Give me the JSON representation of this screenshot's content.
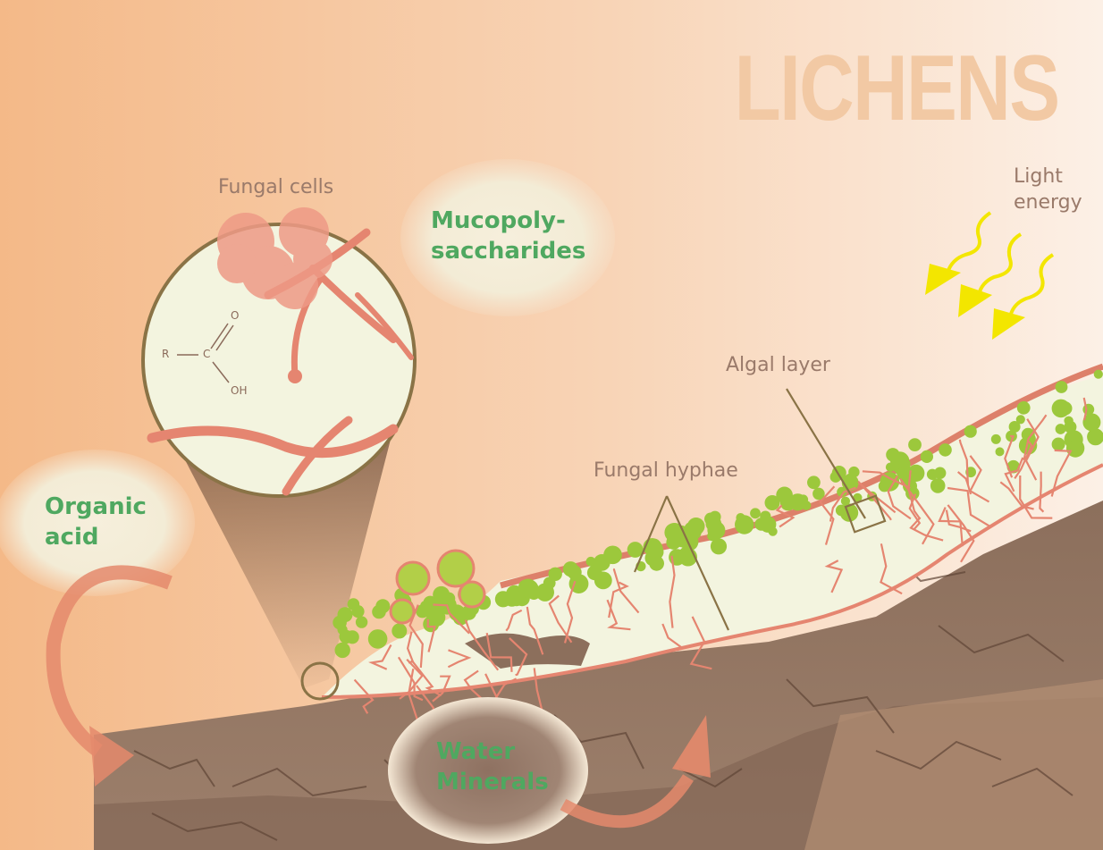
{
  "title": "LICHENS",
  "labels": {
    "fungal_cells": "Fungal cells",
    "mucopoly_line1": "Mucopoly-",
    "mucopoly_line2": "saccharides",
    "organic_line1": "Organic",
    "organic_line2": "acid",
    "light_line1": "Light",
    "light_line2": "energy",
    "algal_layer": "Algal layer",
    "fungal_hyphae": "Fungal hyphae",
    "water": "Water",
    "minerals": "Minerals"
  },
  "chemical": {
    "r": "R",
    "c": "C",
    "o": "O",
    "oh": "OH"
  },
  "colors": {
    "title": "#f2c9a4",
    "label_green": "#4fa860",
    "label_brown": "#9a7a6a",
    "background_warm": "#f4b988",
    "background_light": "#fbeee3",
    "soil": "#9a7b66",
    "algae": "#9cc83c",
    "hyphae": "#e58570",
    "arrow_yellow": "#f3e600",
    "lichen_body": "#f3f4df"
  }
}
